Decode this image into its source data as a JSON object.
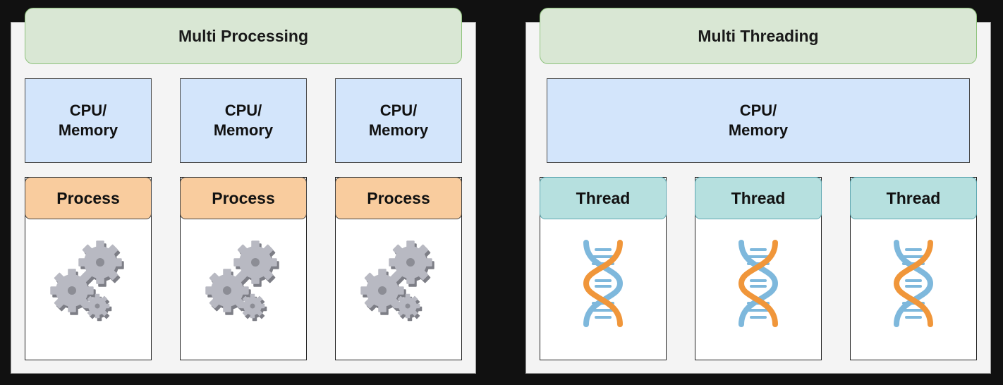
{
  "multiprocessing": {
    "title": "Multi Processing",
    "cpu_line1": "CPU/",
    "cpu_line2": "Memory",
    "process_label": "Process",
    "icon": "gears-icon"
  },
  "multithreading": {
    "title": "Multi Threading",
    "cpu_line1": "CPU/",
    "cpu_line2": "Memory",
    "thread_label": "Thread",
    "icon": "dna-icon"
  },
  "colors": {
    "header_fill": "#d9e7d4",
    "cpu_fill": "#d3e5fb",
    "process_fill": "#f9cc9e",
    "thread_fill": "#b6e0df",
    "gear": "#b4b5bd",
    "dna_orange": "#f0963a",
    "dna_blue": "#7eb8dc"
  }
}
